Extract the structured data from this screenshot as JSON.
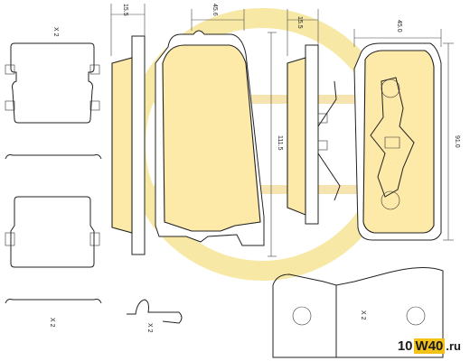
{
  "watermark": {
    "prefix": "10",
    "highlight": "W40",
    "suffix": ".ru"
  },
  "quantity_labels": {
    "clip_top": "X 2",
    "clip_bottom": "X 2",
    "spring": "X 2",
    "shim": "X 2"
  },
  "dimensions": {
    "inner_pad_thickness": "15.5",
    "inner_pad_width": "45.6",
    "inner_pad_length": "111.5",
    "outer_pad_thickness": "15.5",
    "outer_pad_width": "45.0",
    "outer_pad_height": "91.0"
  },
  "colors": {
    "pad_fill": "#fde9a8",
    "line": "#222222",
    "watermark": "#f7e9a5",
    "accent": "#f2c219"
  }
}
